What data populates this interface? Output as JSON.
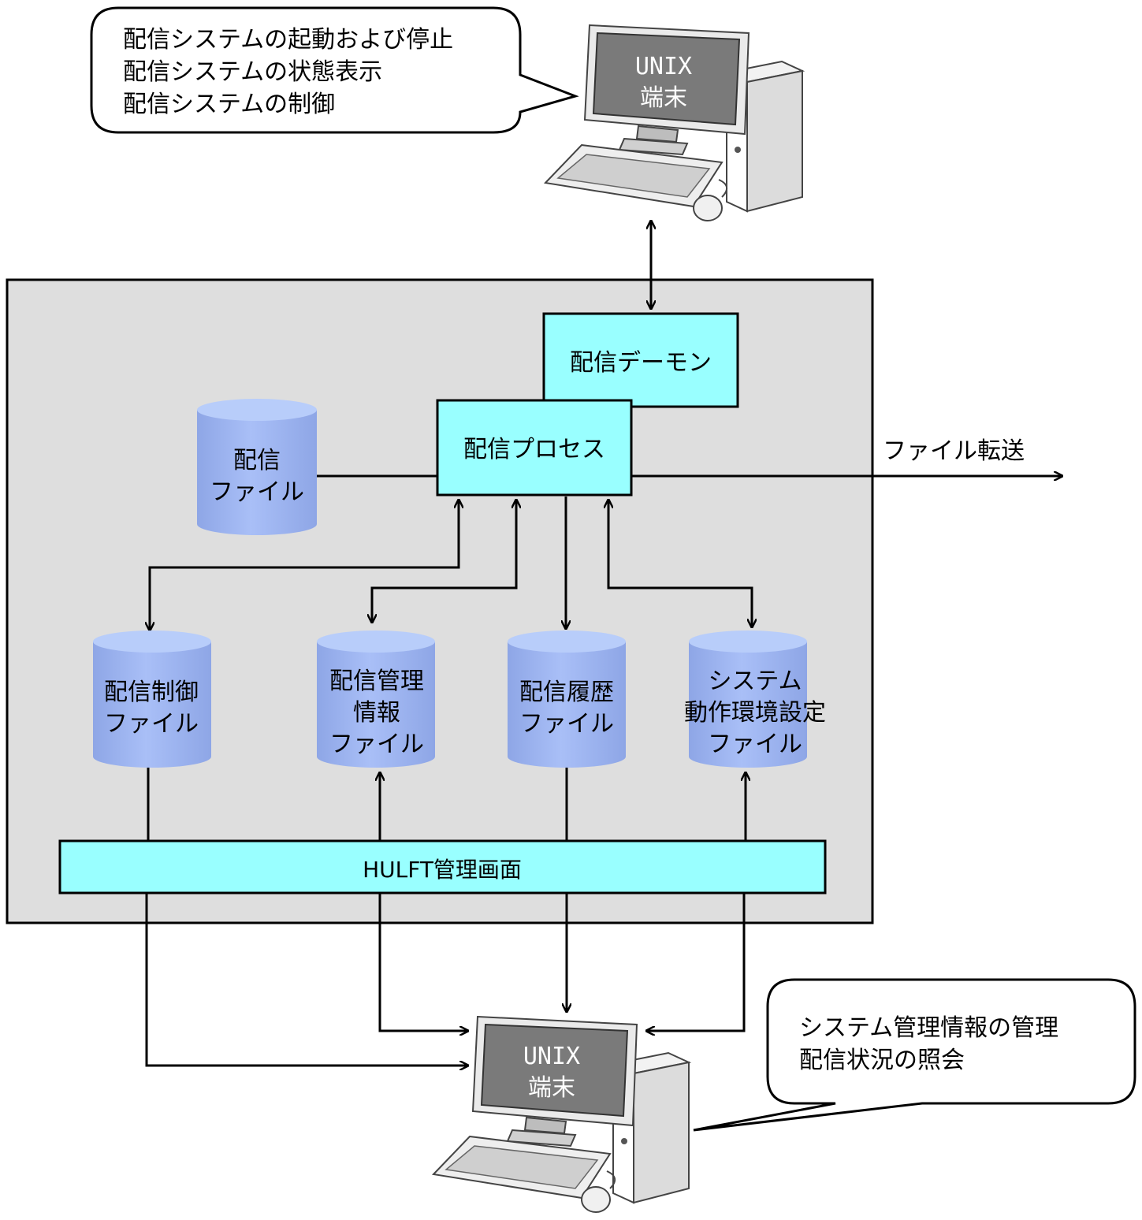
{
  "top_callout": {
    "lines": [
      "配信システムの起動および停止",
      "配信システムの状態表示",
      "配信システムの制御"
    ]
  },
  "top_terminal": {
    "line1": "UNIX",
    "line2": "端末"
  },
  "daemon": {
    "label": "配信デーモン"
  },
  "process": {
    "label": "配信プロセス"
  },
  "delivery_file": {
    "line1": "配信",
    "line2": "ファイル"
  },
  "file_transfer": {
    "label": "ファイル転送"
  },
  "control_file": {
    "line1": "配信制御",
    "line2": "ファイル"
  },
  "mgmt_info_file": {
    "line1": "配信管理",
    "line2": "情報",
    "line3": "ファイル"
  },
  "history_file": {
    "line1": "配信履歴",
    "line2": "ファイル"
  },
  "env_file": {
    "line1": "システム",
    "line2": "動作環境設定",
    "line3": "ファイル"
  },
  "hulft_screen": {
    "label": "HULFT管理画面"
  },
  "bottom_terminal": {
    "line1": "UNIX",
    "line2": "端末"
  },
  "bottom_callout": {
    "lines": [
      "システム管理情報の管理",
      "配信状況の照会"
    ]
  },
  "colors": {
    "panel": "#dedede",
    "box_cyan": "#99ffff",
    "cylinder": "#a0b6f0",
    "cylinder_top": "#b8cdfa",
    "screen": "#7a7a7a"
  }
}
